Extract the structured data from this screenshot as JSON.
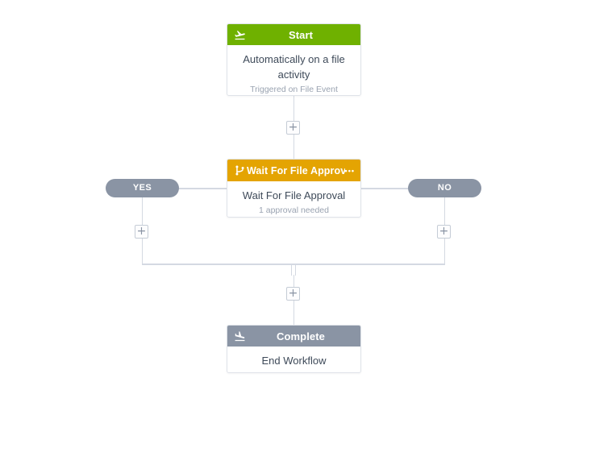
{
  "canvas": {
    "background": "#ffffff",
    "connector_line_color": "#d4d9e2"
  },
  "nodes": {
    "start": {
      "header_label": "Start",
      "header_color": "#6fb100",
      "icon": "flight-takeoff-icon",
      "title": "Automatically on a file activity",
      "subtitle": "Triggered on File Event"
    },
    "wait": {
      "header_label": "Wait For File Approval",
      "header_color": "#e4a402",
      "icon": "branch-icon",
      "menu_symbol": "•••",
      "title": "Wait For File Approval",
      "subtitle": "1 approval needed"
    },
    "complete": {
      "header_label": "Complete",
      "header_color": "#8a94a4",
      "icon": "flight-landing-icon",
      "title": "End Workflow"
    }
  },
  "branches": {
    "yes_label": "YES",
    "no_label": "NO",
    "pill_color": "#8a94a4"
  },
  "connectors": {
    "add_symbol": "+"
  }
}
